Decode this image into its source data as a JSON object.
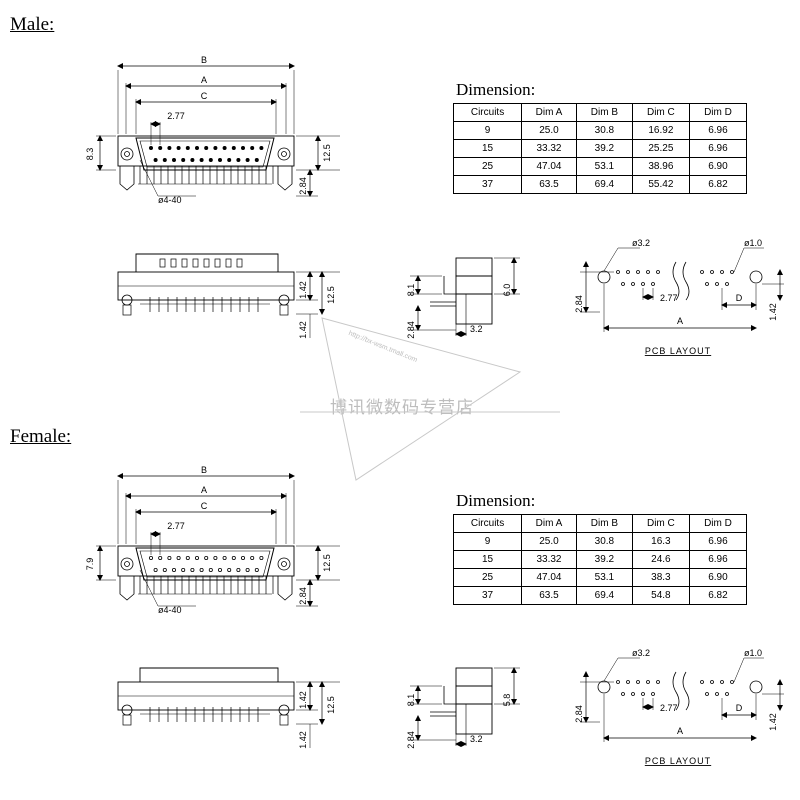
{
  "male": {
    "title": "Male:",
    "dimension_title": "Dimension:",
    "table": {
      "headers": [
        "Circuits",
        "Dim A",
        "Dim B",
        "Dim C",
        "Dim D"
      ],
      "rows": [
        [
          "9",
          "25.0",
          "30.8",
          "16.92",
          "6.96"
        ],
        [
          "15",
          "33.32",
          "39.2",
          "25.25",
          "6.96"
        ],
        [
          "25",
          "47.04",
          "53.1",
          "38.96",
          "6.90"
        ],
        [
          "37",
          "63.5",
          "69.4",
          "55.42",
          "6.82"
        ]
      ]
    },
    "labels": {
      "b": "B",
      "a": "A",
      "c": "C",
      "pitch": "2.77",
      "height": "8.3",
      "width": "12.5",
      "pin": "2.84",
      "screw": "ø4-40",
      "side_height": "12.5",
      "side_pin_a": "1.42",
      "side_pin_b": "1.42",
      "profile_top": "8.1",
      "profile_depth": "6.0",
      "profile_pin": "2.84",
      "profile_base": "3.2",
      "pcb_hole_large": "ø3.2",
      "pcb_hole_small": "ø1.0",
      "pcb_pitch": "2.77",
      "pcb_d": "D",
      "pcb_a": "A",
      "pcb_height": "2.84",
      "pcb_side": "1.42",
      "pcb_caption": "PCB LAYOUT"
    }
  },
  "female": {
    "title": "Female:",
    "dimension_title": "Dimension:",
    "table": {
      "headers": [
        "Circuits",
        "Dim A",
        "Dim B",
        "Dim C",
        "Dim D"
      ],
      "rows": [
        [
          "9",
          "25.0",
          "30.8",
          "16.3",
          "6.96"
        ],
        [
          "15",
          "33.32",
          "39.2",
          "24.6",
          "6.96"
        ],
        [
          "25",
          "47.04",
          "53.1",
          "38.3",
          "6.90"
        ],
        [
          "37",
          "63.5",
          "69.4",
          "54.8",
          "6.82"
        ]
      ]
    },
    "labels": {
      "b": "B",
      "a": "A",
      "c": "C",
      "pitch": "2.77",
      "height": "7.9",
      "width": "12.5",
      "pin": "2.84",
      "screw": "ø4-40",
      "side_height": "12.5",
      "side_pin_a": "1.42",
      "side_pin_b": "1.42",
      "profile_top": "8.1",
      "profile_depth": "5.8",
      "profile_pin": "2.84",
      "profile_base": "3.2",
      "pcb_hole_large": "ø3.2",
      "pcb_hole_small": "ø1.0",
      "pcb_pitch": "2.77",
      "pcb_d": "D",
      "pcb_a": "A",
      "pcb_height": "2.84",
      "pcb_side": "1.42",
      "pcb_caption": "PCB LAYOUT"
    }
  },
  "watermark": {
    "text": "博讯微数码专营店",
    "url": "http://bx-wsm.tmall.com"
  },
  "colors": {
    "line": "#000000",
    "watermark": "#bdbdbd",
    "background": "#ffffff"
  }
}
